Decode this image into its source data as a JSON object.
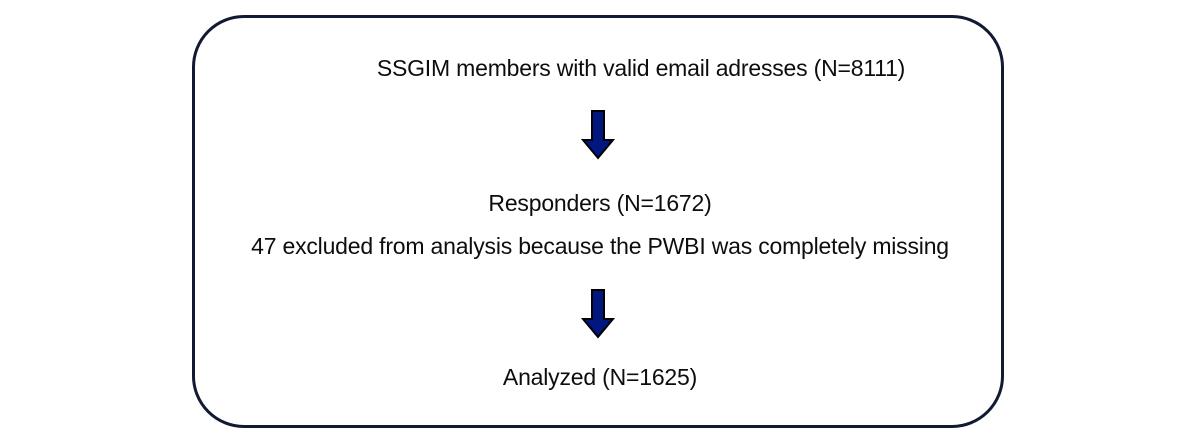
{
  "diagram": {
    "title": "study-flow-diagram",
    "box": {
      "border_color": "#121a33",
      "fill_color": "#ffffff"
    },
    "arrow_color": "#00177f",
    "arrow_outline_color": "#000000",
    "nodes": [
      {
        "id": "source",
        "text": "SSGIM members with valid email adresses (N=8111)"
      },
      {
        "id": "responders",
        "text": "Responders (N=1672)"
      },
      {
        "id": "excluded",
        "text": "47 excluded from analysis because the PWBI was completely missing"
      },
      {
        "id": "analyzed",
        "text": "Analyzed (N=1625)"
      }
    ],
    "arrows": [
      {
        "id": "arrow-1",
        "direction": "down"
      },
      {
        "id": "arrow-2",
        "direction": "down"
      }
    ]
  }
}
